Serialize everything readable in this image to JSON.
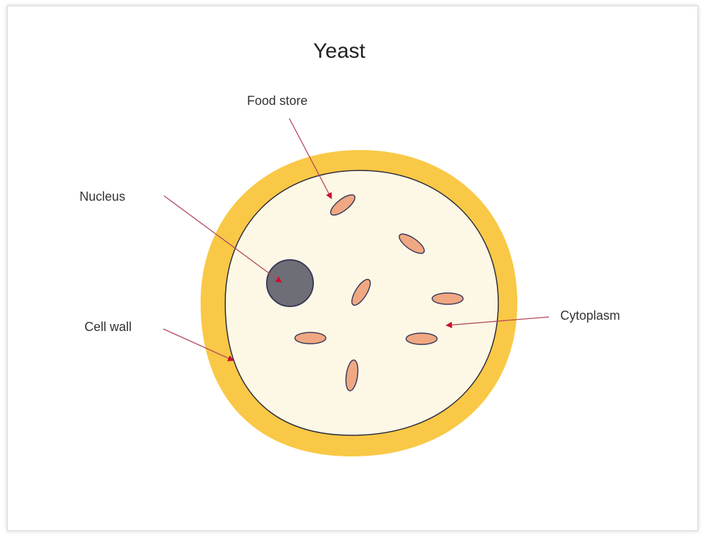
{
  "diagram": {
    "title": "Yeast",
    "labels": {
      "food_store": "Food store",
      "nucleus": "Nucleus",
      "cell_wall": "Cell wall",
      "cytoplasm": "Cytoplasm"
    },
    "colors": {
      "cell_wall": "#f9c846",
      "cytoplasm": "#fdf8e6",
      "nucleus": "#6e6e77",
      "food_store": "#f0a882",
      "outline": "#3a3a5a",
      "arrow_line": "#b3475a",
      "arrow_head": "#c8102e"
    }
  }
}
